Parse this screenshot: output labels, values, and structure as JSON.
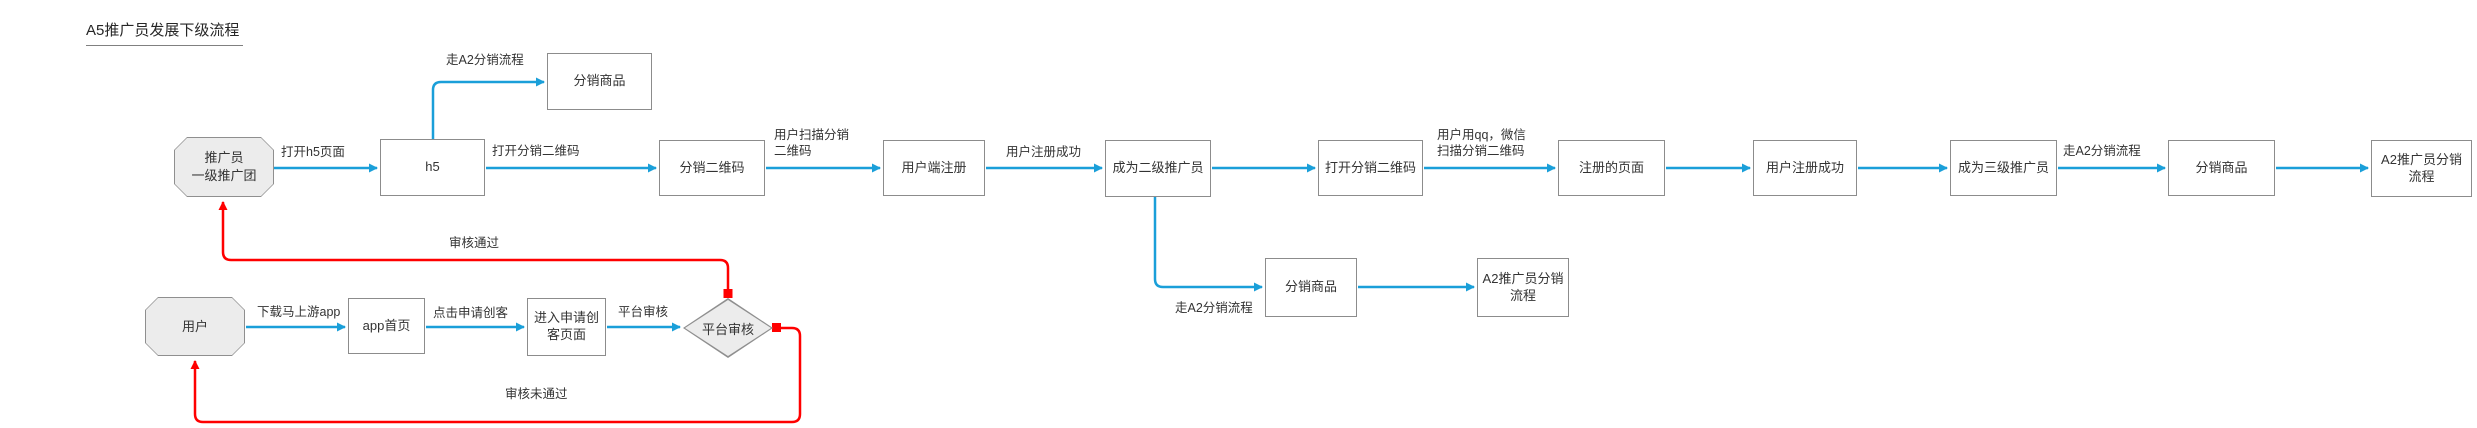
{
  "title": "A5推广员发展下级流程",
  "colors": {
    "accent": "#1a9fd9",
    "alert": "#ff0000",
    "box_border": "#8c8c8c",
    "terminal_fill": "#ececec",
    "text": "#333333"
  },
  "nodes": {
    "start": "推广员\n一级推广团",
    "h5": "h5",
    "qr": "分销二维码",
    "client_register": "用户端注册",
    "become_l2": "成为二级推广员",
    "open_qr2": "打开分销二维码",
    "register_page": "注册的页面",
    "register_ok": "用户注册成功",
    "become_l3": "成为三级推广员",
    "goods_r1": "分销商品",
    "a2_flow_r1": "A2推广员分销流程",
    "goods_top": "分销商品",
    "goods_mid": "分销商品",
    "a2_flow_mid": "A2推广员分销流程",
    "user": "用户",
    "app_home": "app首页",
    "apply_page": "进入申请创客页面",
    "review": "平台审核"
  },
  "edge_labels": {
    "open_h5": "打开h5页面",
    "a2_top": "走A2分销流程",
    "open_qr": "打开分销二维码",
    "scan_qr": "用户扫描分销\n二维码",
    "register_success": "用户注册成功",
    "qq_wechat_scan": "用户用qq，微信\n扫描分销二维码",
    "a2_r1": "走A2分销流程",
    "a2_mid": "走A2分销流程",
    "download_app": "下载马上游app",
    "click_apply": "点击申请创客",
    "platform_review": "平台审核",
    "review_pass": "审核通过",
    "review_fail": "审核未通过"
  }
}
